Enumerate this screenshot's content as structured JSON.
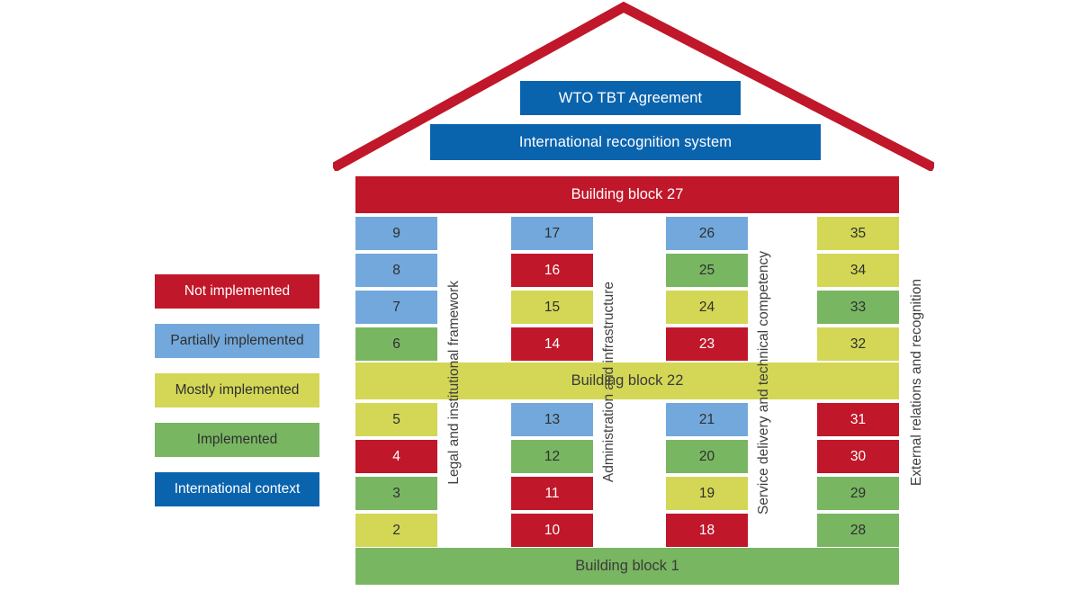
{
  "roof": {
    "color": "#C0172A",
    "banners": [
      {
        "id": "wto",
        "label": "WTO TBT Agreement",
        "color": "#0A63AD"
      },
      {
        "id": "international",
        "label": "International recognition system",
        "color": "#0A63AD"
      }
    ]
  },
  "bands": {
    "top": {
      "label": "Building block 27",
      "status": "not-implemented",
      "color": "#C0172A"
    },
    "middle": {
      "label": "Building block 22",
      "status": "mostly-implemented",
      "color": "#D3D755"
    },
    "bottom": {
      "label": "Building block 1",
      "status": "implemented",
      "color": "#79B662"
    }
  },
  "pillars": [
    {
      "label": "Legal and institutional framework"
    },
    {
      "label": "Administration and infrastructure"
    },
    {
      "label": "Service delivery and technical competency"
    },
    {
      "label": "External relations and recognition"
    }
  ],
  "columns": [
    {
      "pillar": "Legal and institutional framework",
      "upper": [
        {
          "n": "9",
          "status": "partially"
        },
        {
          "n": "8",
          "status": "partially"
        },
        {
          "n": "7",
          "status": "partially"
        },
        {
          "n": "6",
          "status": "implemented"
        }
      ],
      "lower": [
        {
          "n": "5",
          "status": "mostly"
        },
        {
          "n": "4",
          "status": "not"
        },
        {
          "n": "3",
          "status": "implemented"
        },
        {
          "n": "2",
          "status": "mostly"
        }
      ]
    },
    {
      "pillar": "Administration and infrastructure",
      "upper": [
        {
          "n": "17",
          "status": "partially"
        },
        {
          "n": "16",
          "status": "not"
        },
        {
          "n": "15",
          "status": "mostly"
        },
        {
          "n": "14",
          "status": "not"
        }
      ],
      "lower": [
        {
          "n": "13",
          "status": "partially"
        },
        {
          "n": "12",
          "status": "implemented"
        },
        {
          "n": "11",
          "status": "not"
        },
        {
          "n": "10",
          "status": "not"
        }
      ]
    },
    {
      "pillar": "Service delivery and technical competency",
      "upper": [
        {
          "n": "26",
          "status": "partially"
        },
        {
          "n": "25",
          "status": "implemented"
        },
        {
          "n": "24",
          "status": "mostly"
        },
        {
          "n": "23",
          "status": "not"
        }
      ],
      "lower": [
        {
          "n": "21",
          "status": "partially"
        },
        {
          "n": "20",
          "status": "implemented"
        },
        {
          "n": "19",
          "status": "mostly"
        },
        {
          "n": "18",
          "status": "not"
        }
      ]
    },
    {
      "pillar": "External relations and recognition",
      "upper": [
        {
          "n": "35",
          "status": "mostly"
        },
        {
          "n": "34",
          "status": "mostly"
        },
        {
          "n": "33",
          "status": "implemented"
        },
        {
          "n": "32",
          "status": "mostly"
        }
      ],
      "lower": [
        {
          "n": "31",
          "status": "not"
        },
        {
          "n": "30",
          "status": "not"
        },
        {
          "n": "29",
          "status": "implemented"
        },
        {
          "n": "28",
          "status": "implemented"
        }
      ]
    }
  ],
  "legend": [
    {
      "label": "Not implemented",
      "key": "not",
      "color": "#C0172A"
    },
    {
      "label": "Partially implemented",
      "key": "partially",
      "color": "#72A8DB"
    },
    {
      "label": "Mostly implemented",
      "key": "mostly",
      "color": "#D3D755"
    },
    {
      "label": "Implemented",
      "key": "implemented",
      "color": "#79B662"
    },
    {
      "label": "International context",
      "key": "international",
      "color": "#0A63AD"
    }
  ]
}
